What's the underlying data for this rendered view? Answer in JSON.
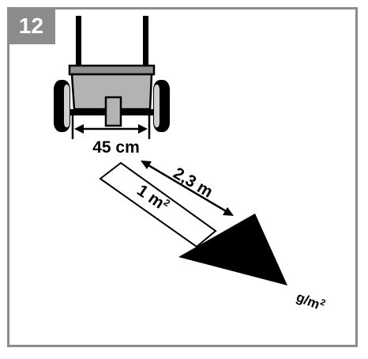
{
  "figure": {
    "number": "12",
    "frame_color": "#8c8c8c"
  },
  "labels": {
    "spread_width": "45 cm",
    "distance": "2,3 m",
    "area": "1 m",
    "area_sup": "2",
    "rate": "g/m",
    "rate_sup": "2"
  },
  "icons": [
    "spreader-icon",
    "dimension-arrow-icon",
    "funnel-triangle-icon"
  ],
  "colors": {
    "hopper": "#b3b3b3",
    "hopper_rim": "#8f8f8f",
    "ink": "#000000"
  }
}
